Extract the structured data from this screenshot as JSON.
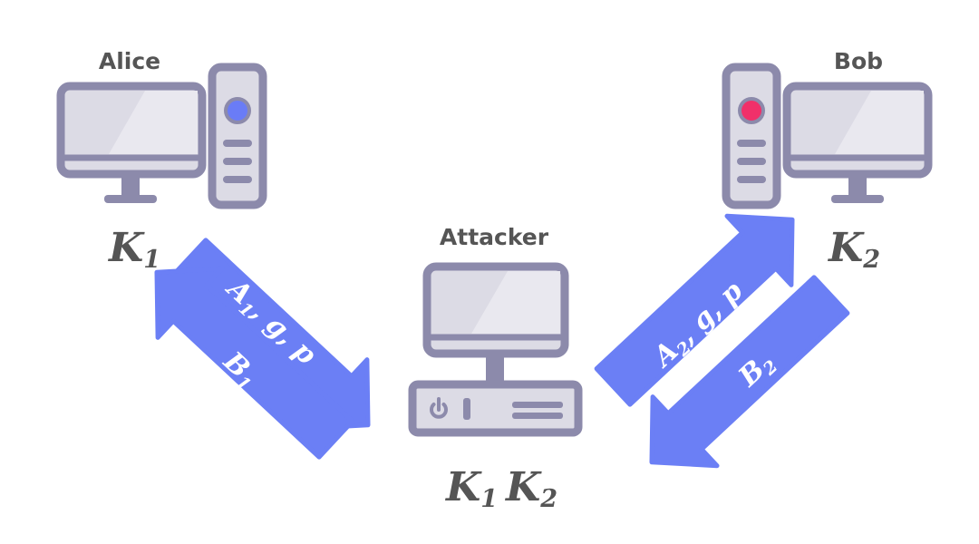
{
  "parties": {
    "alice": {
      "name": "Alice",
      "key_letter": "K",
      "key_index": "1",
      "led_color": "#6a7cf6"
    },
    "bob": {
      "name": "Bob",
      "key_letter": "K",
      "key_index": "2",
      "led_color": "#f0306a"
    },
    "attacker": {
      "name": "Attacker",
      "keys": [
        {
          "letter": "K",
          "index": "1"
        },
        {
          "letter": "K",
          "index": "2"
        }
      ]
    }
  },
  "arrows": {
    "alice_to_attacker": {
      "letter": "A",
      "index": "1",
      "rest": ", g, p"
    },
    "attacker_to_alice": {
      "letter": "B",
      "index": "1"
    },
    "attacker_to_bob": {
      "letter": "A",
      "index": "2",
      "rest": ", g, p"
    },
    "bob_to_attacker": {
      "letter": "B",
      "index": "2"
    }
  },
  "colors": {
    "arrow": "#6b7ff5",
    "device_outline": "#8c8aab",
    "screen_fill": "#dcdbe5",
    "screen_glare": "#e9e8ef",
    "label_text": "#555555"
  }
}
